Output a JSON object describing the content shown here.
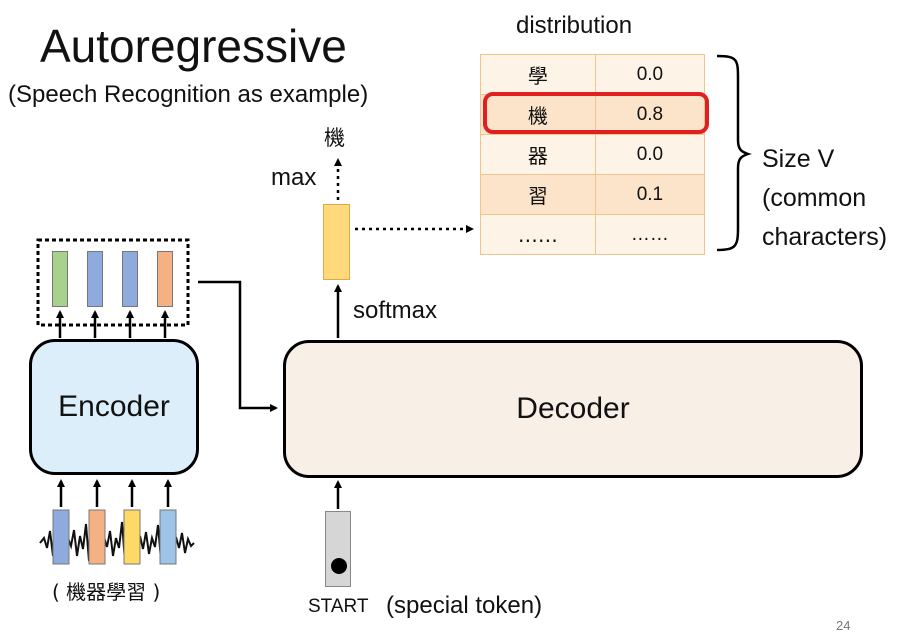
{
  "title": "Autoregressive",
  "subtitle": "(Speech Recognition as example)",
  "distribution": {
    "label": "distribution",
    "rows": [
      {
        "char": "學",
        "prob": "0.0",
        "selected": false
      },
      {
        "char": "機",
        "prob": "0.8",
        "selected": true
      },
      {
        "char": "器",
        "prob": "0.0",
        "selected": false
      },
      {
        "char": "習",
        "prob": "0.1",
        "selected": false
      },
      {
        "char": "……",
        "prob": "……",
        "selected": false
      }
    ]
  },
  "size_label": [
    "Size V",
    "(common",
    "characters)"
  ],
  "output_char": "機",
  "max_label": "max",
  "softmax_label": "softmax",
  "encoder_label": "Encoder",
  "decoder_label": "Decoder",
  "start_label": "START",
  "special_token_label": "(special token)",
  "input_text": "( 機器學習 )",
  "page_number": "24",
  "colors": {
    "encoder_fill": "#dceefa",
    "decoder_fill": "#f8efe7",
    "highlight": "#e02020",
    "vector_yellow": "#ffd97a",
    "encoder_vectors": [
      "#a9d18e",
      "#8faadc",
      "#8faadc",
      "#f4b183"
    ],
    "input_vectors": [
      "#8faadc",
      "#f4b183",
      "#ffd966",
      "#9dc3e6"
    ]
  }
}
